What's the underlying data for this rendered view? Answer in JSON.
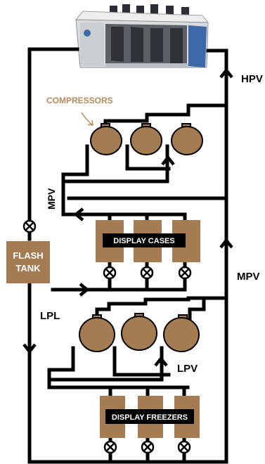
{
  "labels": {
    "compressors": "COMPRESSORS",
    "hpv": "HPV",
    "mpv_left": "MPV",
    "mpv_right": "MPV",
    "lpl": "LPL",
    "lpv": "LPV",
    "flash_tank_line1": "FLASH",
    "flash_tank_line2": "TANK",
    "display_cases": "DISPLAY CASES",
    "display_freezers": "DISPLAY FREEZERS"
  },
  "colors": {
    "equipment_brown": "#a57c52",
    "compressors_label": "#b58a5e",
    "pipe": "#000000",
    "banner_bg": "#000000",
    "banner_text": "#ffffff",
    "condenser_body": "#d9dcdf",
    "condenser_fan": "#3c6aa8"
  },
  "icons": {
    "condenser": "condenser-unit-icon",
    "compressor": "compressor-icon",
    "valve": "expansion-valve-icon",
    "flow_arrow": "flow-arrow-icon"
  }
}
